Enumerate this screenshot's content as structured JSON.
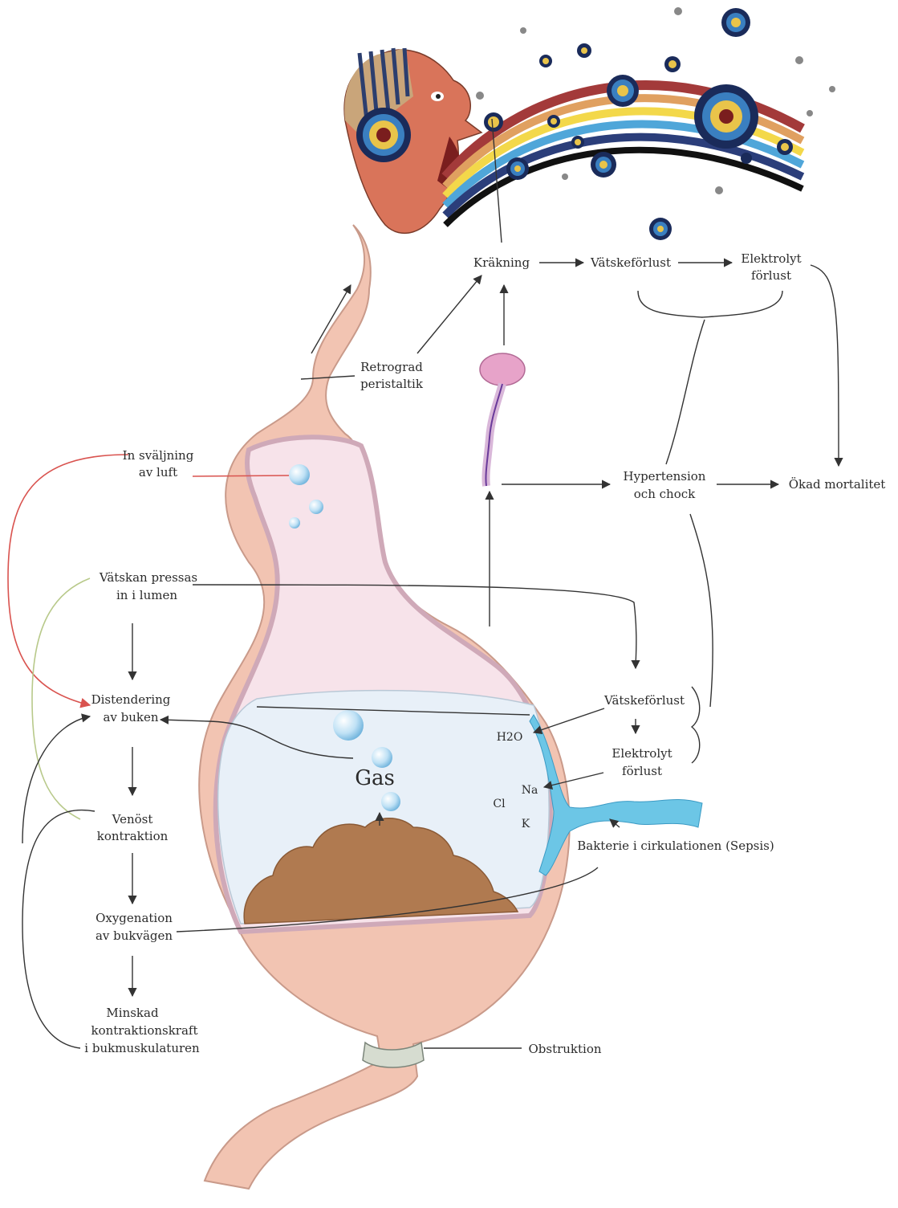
{
  "colors": {
    "bowel": "#f2c4b2",
    "bowel_edge": "#c99a8a",
    "fluid": "#e8f0f8",
    "vessel": "#6cc6e6",
    "feces": "#b07a50",
    "red_arrow": "#d9534f",
    "green_arrow": "#b8c98a"
  },
  "labels": {
    "vomiting": "Kräkning",
    "fluid_loss_top": "Vätskeförlust",
    "electrolyte_top_1": "Elektrolyt",
    "electrolyte_top_2": "förlust",
    "retro_1": "Retrograd",
    "retro_2": "peristaltik",
    "swallow_1": "In sväljning",
    "swallow_2": "av luft",
    "hyper_1": "Hypertension",
    "hyper_2": "och chock",
    "mortality": "Ökad mortalitet",
    "press_1": "Vätskan pressas",
    "press_2": "in i lumen",
    "distend_1": "Distendering",
    "distend_2": "av buken",
    "fluid_loss_mid": "Vätskeförlust",
    "h2o": "H2O",
    "electrolyte_mid_1": "Elektrolyt",
    "electrolyte_mid_2": "förlust",
    "gas": "Gas",
    "na": "Na",
    "cl": "Cl",
    "k": "K",
    "venous_1": "Venöst",
    "venous_2": "kontraktion",
    "bacteria": "Bakterie i cirkulationen (Sepsis)",
    "oxy_1": "Oxygenation",
    "oxy_2": "av bukvägen",
    "reduced_1": "Minskad",
    "reduced_2": "kontraktionskraft",
    "reduced_3": "i bukmuskulaturen",
    "obstruction": "Obstruktion"
  }
}
